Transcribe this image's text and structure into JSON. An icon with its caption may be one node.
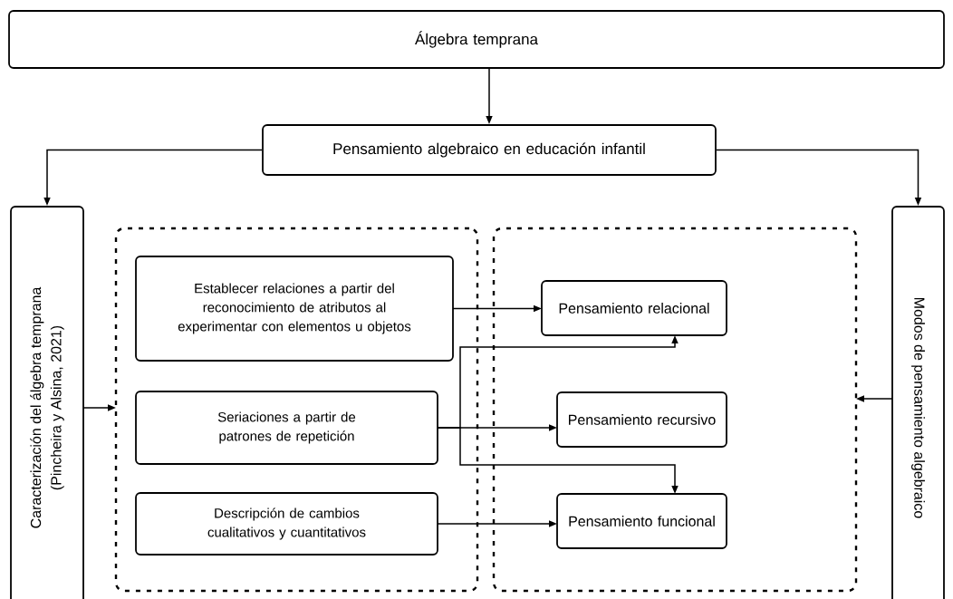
{
  "diagram": {
    "nodes": [
      {
        "text": [
          "Álgebra temprana"
        ]
      },
      {
        "text": [
          "Pensamiento algebraico en educación infantil"
        ]
      },
      {
        "text": [
          "Caracterización del álgebra temprana (Pincheira y Alsina, 2021)"
        ]
      },
      {
        "text": [],
        "shape": "box"
      },
      {
        "text": [
          "Establecer relaciones a partir del reconocimiento de atributos al experimentar con elementos u objetos"
        ],
        "in": 3
      },
      {
        "text": [
          "Seriaciones a partir de patrones de repetición"
        ],
        "in": 3
      },
      {
        "text": [
          "Descripción de cambios cualitativos y cuantitativos"
        ],
        "in": 3
      },
      {
        "text": [],
        "shape": "box"
      },
      {
        "text": [
          "Pensamiento relacional"
        ],
        "in": 7
      },
      {
        "text": [
          "Pensamiento recursivo"
        ],
        "in": 7
      },
      {
        "text": [
          "Pensamiento funcional"
        ],
        "in": 7
      },
      {
        "text": [
          "Modos de pensamiento algebraico"
        ]
      }
    ],
    "edges": [
      {
        "from": 0,
        "to": 1,
        "arrow": "to"
      },
      {
        "from": 1,
        "to": 2,
        "arrow": "to"
      },
      {
        "from": 1,
        "to": 11,
        "arrow": "to"
      },
      {
        "from": 2,
        "to": 3,
        "arrow": "to"
      },
      {
        "from": 11,
        "to": 7,
        "arrow": "to"
      },
      {
        "from": 4,
        "to": 8,
        "arrow": "to"
      },
      {
        "from": 5,
        "to": 9,
        "arrow": "to"
      },
      {
        "from": 5,
        "to": 8,
        "arrow": "to"
      },
      {
        "from": 5,
        "to": 10,
        "arrow": "to"
      },
      {
        "from": 6,
        "to": 10,
        "arrow": "to"
      }
    ]
  }
}
